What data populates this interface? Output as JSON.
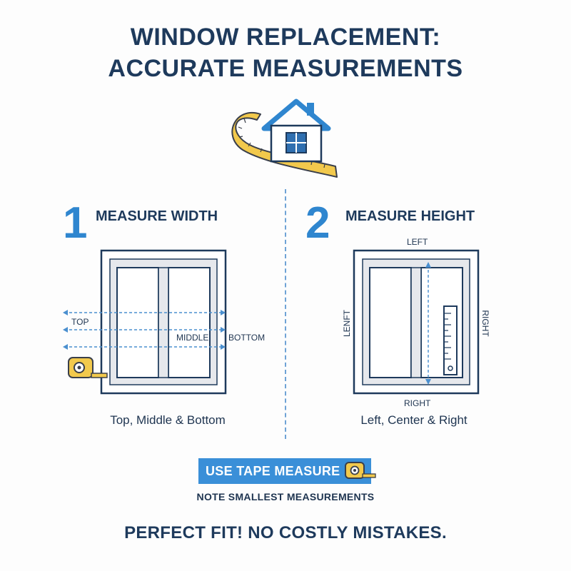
{
  "title": {
    "line1": "WINDOW REPLACEMENT:",
    "line2": "ACCURATE MEASUREMENTS"
  },
  "steps": [
    {
      "number": "1",
      "title": "MEASURE WIDTH",
      "labels": {
        "top": "TOP",
        "middle": "MIDDLE",
        "bottom": "BOTTOM"
      },
      "caption": "Top, Middle & Bottom"
    },
    {
      "number": "2",
      "title": "MEASURE HEIGHT",
      "labels": {
        "top": "LEFT",
        "left": "LENFT",
        "right": "RIGHT",
        "bottom": "RIGHT"
      },
      "caption": "Left, Center & Right"
    }
  ],
  "cta": {
    "label": "USE TAPE MEASURE"
  },
  "note": "NOTE SMALLEST MEASUREMENTS",
  "footer": "PERFECT FIT! NO COSTLY MISTAKES.",
  "colors": {
    "navy": "#1e3a5c",
    "blue": "#2f86cf",
    "tape_yellow": "#f2c94c",
    "frame_gray": "#e6e8ec"
  },
  "icons": [
    "house-icon",
    "tape-measure-icon",
    "ruler-icon"
  ]
}
